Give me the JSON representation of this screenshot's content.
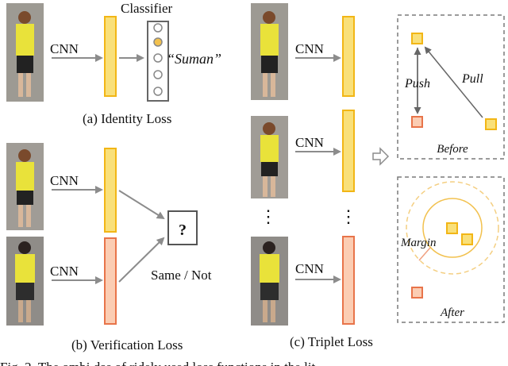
{
  "identity": {
    "classifier_title": "Classifier",
    "cnn_label": "CNN",
    "predicted_name": "“Suman”",
    "caption": "(a) Identity Loss"
  },
  "verification": {
    "cnn_label_top": "CNN",
    "cnn_label_bottom": "CNN",
    "question_mark": "?",
    "decision_label": "Same / Not",
    "caption": "(b) Verification Loss"
  },
  "triplet": {
    "cnn_label_1": "CNN",
    "cnn_label_2": "CNN",
    "cnn_label_3": "CNN",
    "ellipsis_left": "⋮",
    "ellipsis_right": "⋮",
    "caption": "(c) Triplet Loss",
    "before_panel": {
      "push_label": "Push",
      "pull_label": "Pull",
      "title": "Before"
    },
    "after_panel": {
      "margin_label": "Margin",
      "title": "After"
    }
  },
  "figure_caption_partial": "Fig. 2. The  ombi  das  of  ridely  used  loss  functions  in  the  lit",
  "colors": {
    "yellow_fill": "#f9e07a",
    "yellow_border": "#f2b616",
    "orange_fill": "#fbcdb3",
    "orange_border": "#e8744a",
    "arrow": "#8c8c8c",
    "margin_circle": "#f2c14e",
    "dashed_border": "#7a7a7a"
  }
}
